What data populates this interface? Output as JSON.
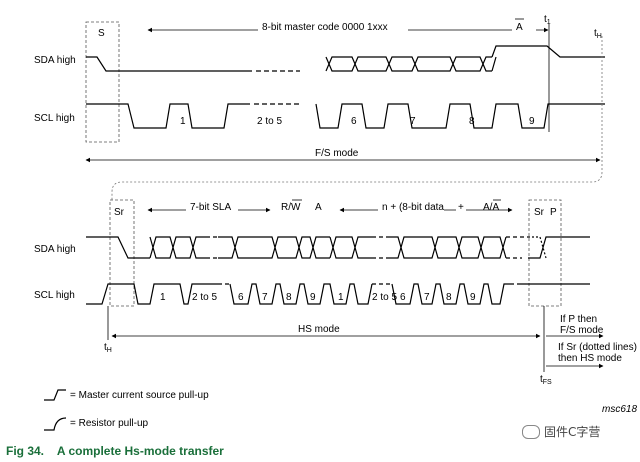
{
  "top": {
    "start": "S",
    "master_code": "8-bit master code 0000 1xxx",
    "nack": "A",
    "t1": "t",
    "t1_sub": "1",
    "tH": "t",
    "tH_sub": "H",
    "sda": "SDA high",
    "scl": "SCL high",
    "pulses": [
      "1",
      "2 to 5",
      "6",
      "7",
      "8",
      "9"
    ],
    "mode": "F/S mode"
  },
  "bottom": {
    "repeated_start": "Sr",
    "slave_address": "7-bit SLA",
    "rw_r": "R/",
    "rw_w": "W",
    "ack": "A",
    "data": "n + (8-bit data",
    "plus": "+",
    "ack_nack_a": "A/",
    "ack_nack_b": "A",
    "end_sr": "Sr",
    "end_p": "P",
    "sda": "SDA high",
    "scl": "SCL high",
    "pulses": [
      "1",
      "2 to 5",
      "6",
      "7",
      "8",
      "9",
      "1",
      "2 to 5",
      "6",
      "7",
      "8",
      "9"
    ],
    "mode": "HS mode",
    "note_p_1": "If P then",
    "note_p_2": "F/S mode",
    "note_sr_1": "If Sr (dotted lines)",
    "note_sr_2": "then HS mode",
    "tH": "t",
    "tH_sub": "H",
    "tFS": "t",
    "tFS_sub": "FS"
  },
  "legend": {
    "current_source": "= Master current source pull-up",
    "resistor": "= Resistor pull-up"
  },
  "ref": "msc618",
  "caption": {
    "number": "Fig 34.",
    "title": "A complete Hs-mode transfer"
  },
  "watermark": "固件C字营"
}
